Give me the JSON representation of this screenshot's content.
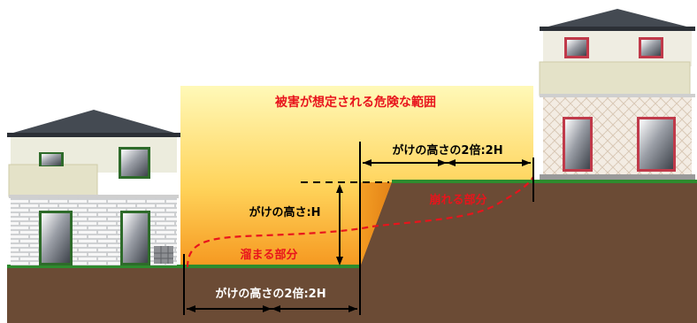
{
  "labels": {
    "danger_zone": "被害が想定される危険な範囲",
    "cliff_height": "がけの高さ:H",
    "top_distance": "がけの高さの2倍:2H",
    "bottom_distance": "がけの高さの2倍:2H",
    "collapse_part": "崩れる部分",
    "accumulate_part": "溜まる部分"
  },
  "colors": {
    "danger_text": "#e8141c",
    "ground": "#6b4a35",
    "grass": "#2e8b2e",
    "zone_gradient_top": "#fff8b0",
    "zone_gradient_bottom": "#f59a1e",
    "dashed_curve": "#e8141c",
    "dimension_line": "#000000"
  },
  "icons": {
    "left_house": "house-icon",
    "right_house": "house-icon"
  }
}
